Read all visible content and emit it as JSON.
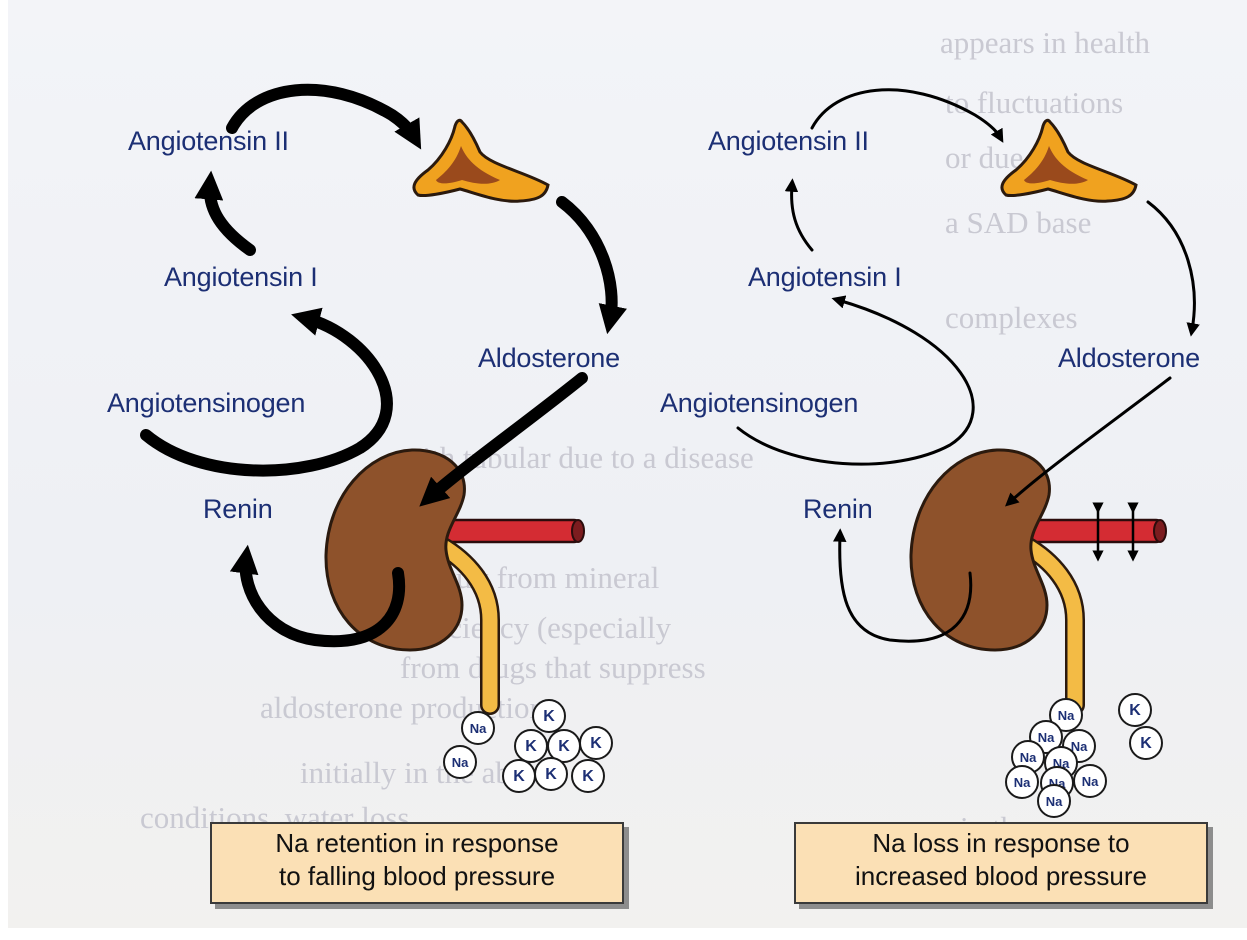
{
  "panels": {
    "left": {
      "labels": {
        "angiotensin_ii": "Angiotensin II",
        "angiotensin_i": "Angiotensin I",
        "angiotensinogen": "Angiotensinogen",
        "renin": "Renin",
        "aldosterone": "Aldosterone"
      },
      "ions": {
        "na": [
          "Na",
          "Na"
        ],
        "k": [
          "K",
          "K",
          "K",
          "K",
          "K",
          "K",
          "K"
        ]
      },
      "caption_lines": [
        "Na retention in response",
        "to falling blood pressure"
      ]
    },
    "right": {
      "labels": {
        "angiotensin_ii": "Angiotensin II",
        "angiotensin_i": "Angiotensin I",
        "angiotensinogen": "Angiotensinogen",
        "renin": "Renin",
        "aldosterone": "Aldosterone"
      },
      "ions": {
        "na": [
          "Na",
          "Na",
          "Na",
          "Na",
          "Na",
          "Na",
          "Na",
          "Na",
          "Na"
        ],
        "k": [
          "K",
          "K"
        ]
      },
      "caption_lines": [
        "Na loss in response to",
        "increased blood pressure"
      ]
    }
  },
  "colors": {
    "label_text": "#1c2f74",
    "arrow": "#000000",
    "kidney": "#8e522b",
    "adrenal_outer": "#f0a21f",
    "adrenal_inner": "#9a4a1c",
    "artery": "#d42c33",
    "ureter": "#f3bb45",
    "caption_fill": "#fbe0b5"
  },
  "icons": [
    "adrenal-gland-icon",
    "kidney-icon",
    "renal-artery-icon",
    "ureter-icon",
    "sodium-ion-icon",
    "potassium-ion-icon"
  ]
}
